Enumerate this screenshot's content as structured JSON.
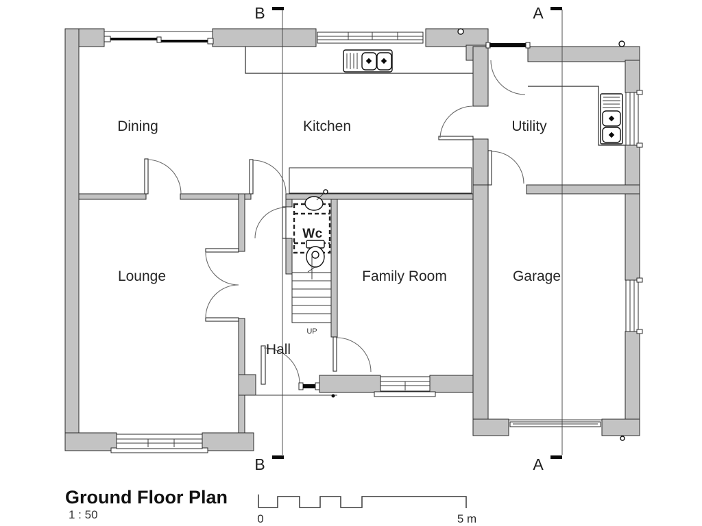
{
  "title_block": {
    "title": "Ground Floor Plan",
    "scale_ratio": "1 : 50"
  },
  "rooms": {
    "dining": {
      "label": "Dining"
    },
    "kitchen": {
      "label": "Kitchen"
    },
    "utility": {
      "label": "Utility"
    },
    "lounge": {
      "label": "Lounge"
    },
    "wc": {
      "label": "Wc"
    },
    "family_room": {
      "label": "Family Room"
    },
    "garage": {
      "label": "Garage"
    },
    "hall": {
      "label": "Hall"
    }
  },
  "stairs": {
    "direction_label": "UP"
  },
  "section_markers": {
    "a": "A",
    "b": "B"
  },
  "scale_bar": {
    "start_label": "0",
    "end_label": "5 m"
  },
  "colors": {
    "wall_fill": "#c3c3c3",
    "wall_outline": "#2a2a2a",
    "section_line": "#3c3c3c",
    "glazing": "#0a0a0a",
    "background": "#ffffff"
  },
  "icons": {
    "kitchen_sink": "double-bowl-sink-with-drainer",
    "utility_sink": "double-bowl-sink-with-drainer",
    "wc_basin": "washbasin",
    "wc_toilet": "toilet",
    "stairs": "staircase-up",
    "vents": "air-vent-circle"
  }
}
